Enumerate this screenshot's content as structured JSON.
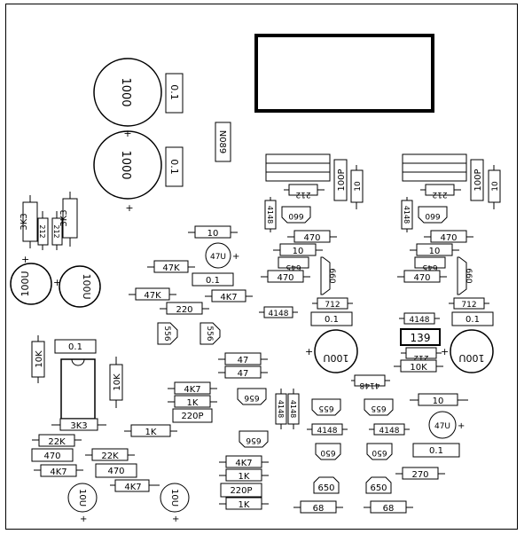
{
  "labels": {
    "cap_tl1": "1000",
    "cap_tl2": "1000",
    "film_tl1": "0.1",
    "film_tl2": "0.1",
    "ic_n089": "N089",
    "r_3k3_l": "3K3",
    "r_3k3_r": "3K3",
    "r_212_a": "212",
    "r_212_b": "212",
    "cap_100u_l1": "100U",
    "cap_100u_l2": "100U",
    "r_10_top": "10",
    "cap_47u_top": "47U",
    "r_47k_a": "47K",
    "r_47k_b": "47K",
    "film_01_mid": "0.1",
    "r_4k7_mid": "4K7",
    "r_220_mid": "220",
    "tr_556_a": "556",
    "tr_556_b": "556",
    "r_10k_left": "10K",
    "film_01_left": "0.1",
    "r_10k_mid": "10K",
    "r_3k3_bot": "3K3",
    "r_22k_a": "22K",
    "r_22k_b": "22K",
    "r_470_a": "470",
    "r_470_b": "470",
    "r_4k7_a": "4K7",
    "r_4k7_b": "4K7",
    "cap_10u_a": "10U",
    "cap_10u_b": "10U",
    "r_1k_a": "1K",
    "r_47_a": "47",
    "r_47_b": "47",
    "r_4k7_c": "4K7",
    "r_1k_b": "1K",
    "cap_220p_a": "220P",
    "tr_656_a": "656",
    "tr_656_b": "656",
    "r_4k7_d": "4K7",
    "r_1k_c": "1K",
    "cap_220p_b": "220P",
    "r_1k_d": "1K",
    "d_4148_a": "4148",
    "d_4148_b": "4148",
    "tr_655_a": "655",
    "tr_655_b": "655",
    "d_4148_c": "4148",
    "d_4148_d": "4148",
    "tr_650_a": "650",
    "tr_650_b": "650",
    "tr_650_c": "650",
    "tr_650_d": "650",
    "r_68_a": "68",
    "r_68_b": "68",
    "r_212_c": "212",
    "r_212_d": "212",
    "cap_100p_l": "100P",
    "r_10_l": "10",
    "d_4148_l": "4148",
    "tr_660_l": "660",
    "r_470_l1": "470",
    "r_10_l2": "10",
    "r_645_l": "645",
    "r_470_l2": "470",
    "tr_660_l2": "660",
    "r_712_l": "712",
    "film_01_l": "0.1",
    "d_4148_l2": "4148",
    "cap_100u_c": "100U",
    "cap_100p_r": "100P",
    "r_10_r": "10",
    "d_4148_r": "4148",
    "tr_660_r": "660",
    "r_470_r1": "470",
    "r_10_r2": "10",
    "r_645_r": "645",
    "r_470_r2": "470",
    "tr_660_r2": "660",
    "r_712_r": "712",
    "film_01_r": "0.1",
    "d_4148_r2": "4148",
    "tr_139": "139",
    "r_212_e": "212",
    "r_10k_r": "10K",
    "cap_100u_r": "100U",
    "d_4148_mid": "4148",
    "r_10_r3": "10",
    "cap_47u_r": "47U",
    "film_01_r2": "0.1",
    "r_270": "270"
  }
}
